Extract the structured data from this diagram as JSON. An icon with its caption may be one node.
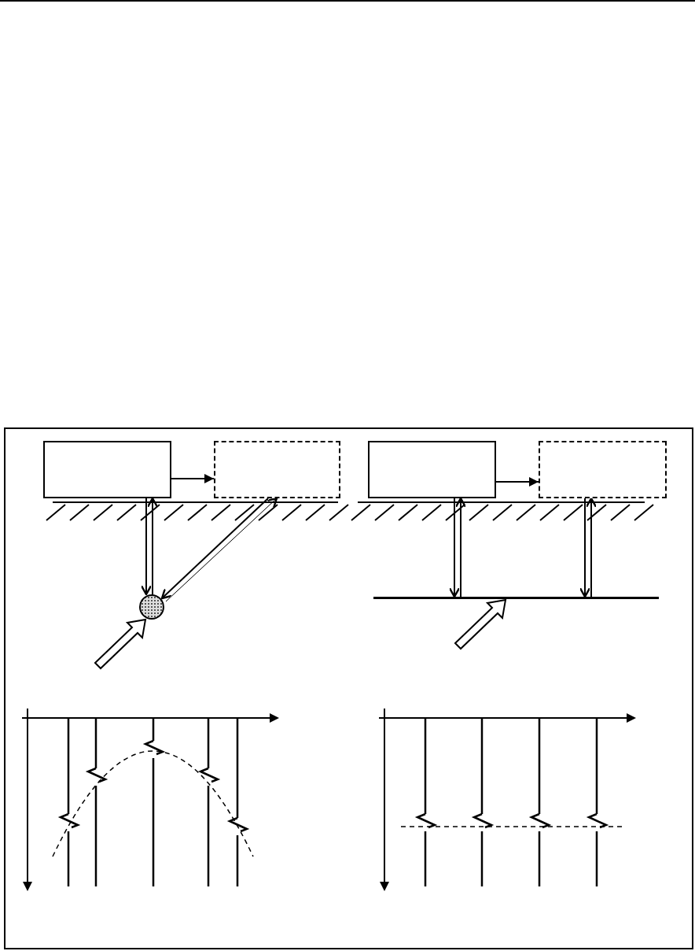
{
  "diagram": {
    "nodes": [
      {
        "text": [],
        "shape": "box"
      },
      {
        "text": [],
        "shape": "box"
      },
      {
        "text": [],
        "shape": "box"
      },
      {
        "text": [],
        "shape": "box"
      },
      {
        "text": [],
        "shape": "circle"
      },
      {
        "text": [],
        "shape": "bar"
      }
    ],
    "edges": [
      {
        "from": 0,
        "to": 1,
        "arrow": "to"
      },
      {
        "from": 2,
        "to": 3,
        "arrow": "to"
      },
      {
        "from": 0,
        "to": 4,
        "arrow": "to"
      },
      {
        "from": 4,
        "to": 0,
        "arrow": "to"
      },
      {
        "from": 1,
        "to": 4,
        "arrow": "to"
      },
      {
        "from": 4,
        "to": 1,
        "arrow": "to"
      },
      {
        "from": 2,
        "to": 5,
        "arrow": "to"
      },
      {
        "from": 5,
        "to": 2,
        "arrow": "to"
      },
      {
        "from": 3,
        "to": 5,
        "arrow": "to"
      },
      {
        "from": 5,
        "to": 3,
        "arrow": "to"
      }
    ]
  }
}
